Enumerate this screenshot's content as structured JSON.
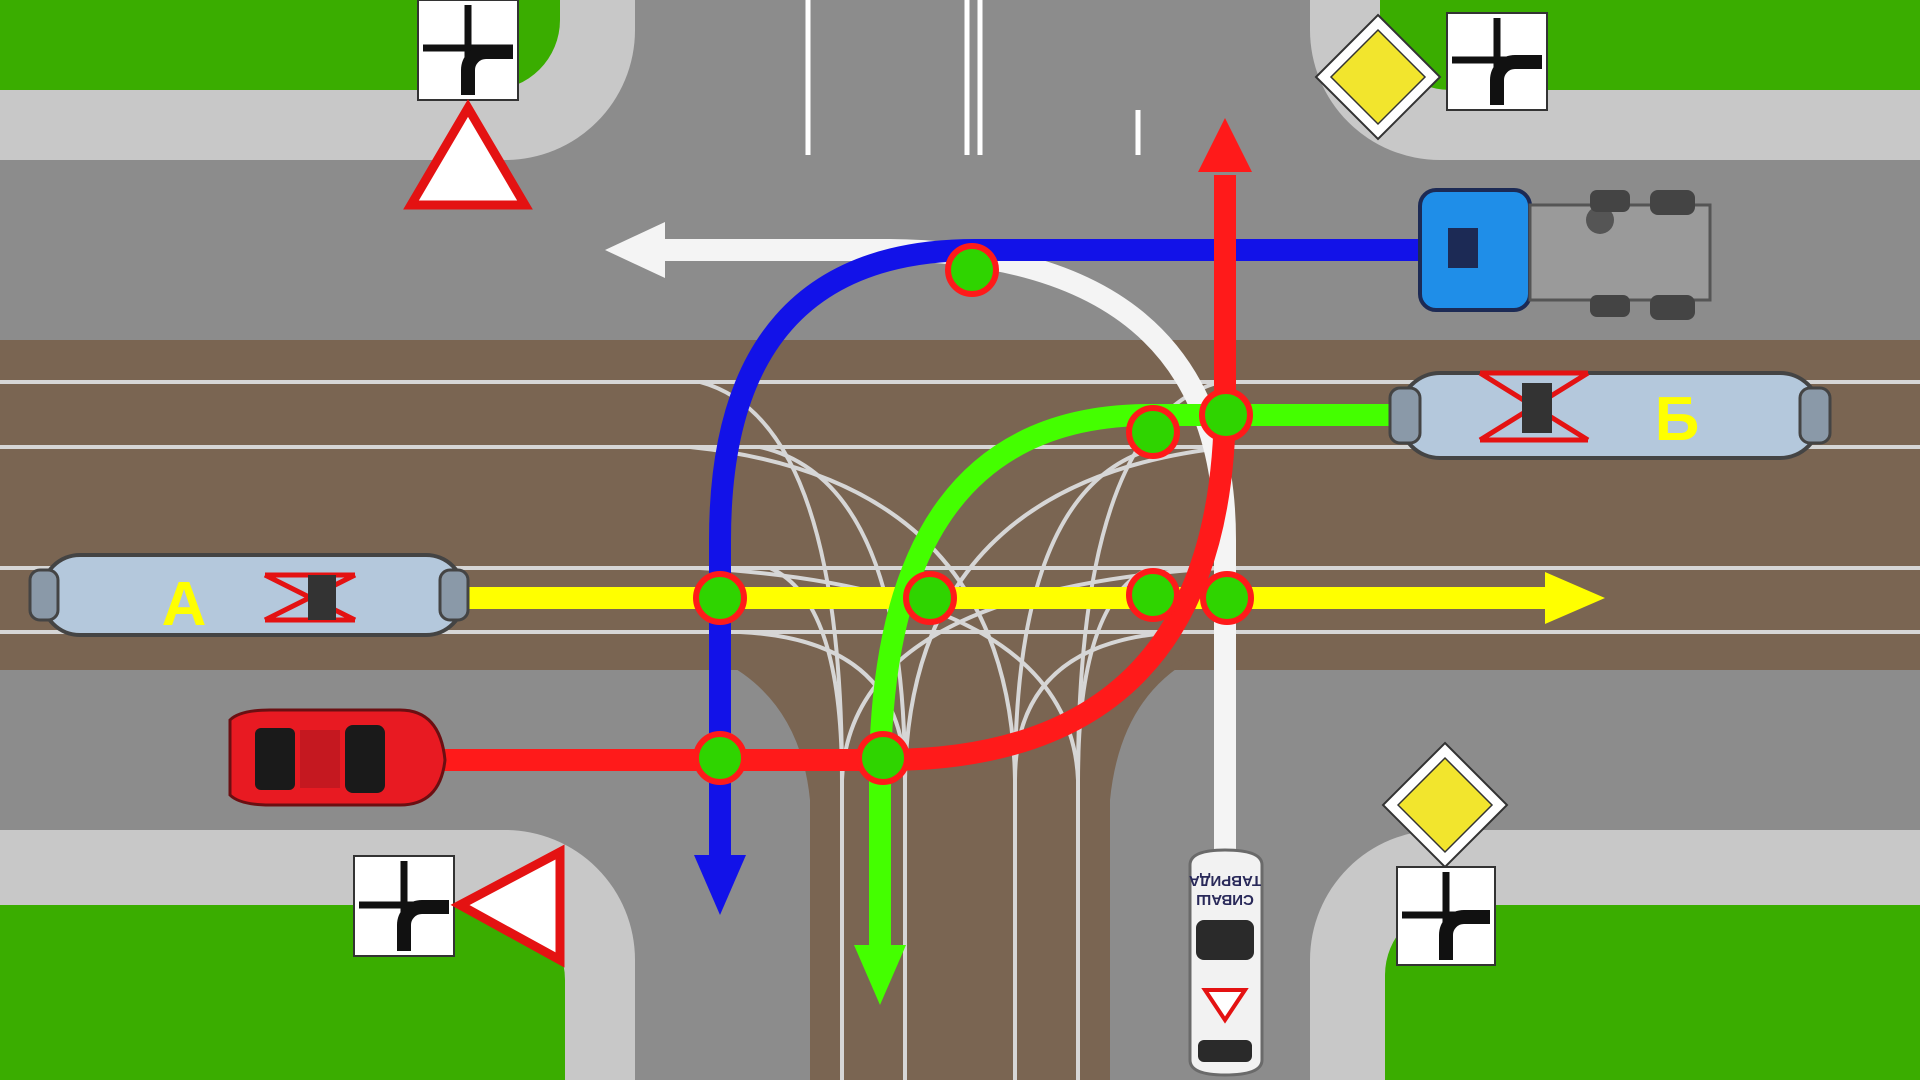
{
  "tram_a": {
    "label": "А"
  },
  "tram_b": {
    "label": "Б"
  },
  "training_car": {
    "line1": "ТАВРИДА",
    "line2": "СИВАШ"
  },
  "colors": {
    "grass": "#3aad00",
    "sidewalk": "#c8c8c8",
    "road": "#8c8c8c",
    "tram_bed": "#7a6552",
    "path_white": "#f4f4f4",
    "path_blue": "#1212e8",
    "path_red": "#ff1a1a",
    "path_green": "#44ff00",
    "path_yellow": "#ffff00",
    "conflict_point_fill": "#2fd400",
    "conflict_point_stroke": "#ff1a1a"
  },
  "icons": [
    "yield-sign-icon",
    "main-road-sign-icon",
    "main-road-direction-plate-icon",
    "truck-icon",
    "tram-icon",
    "car-icon"
  ]
}
